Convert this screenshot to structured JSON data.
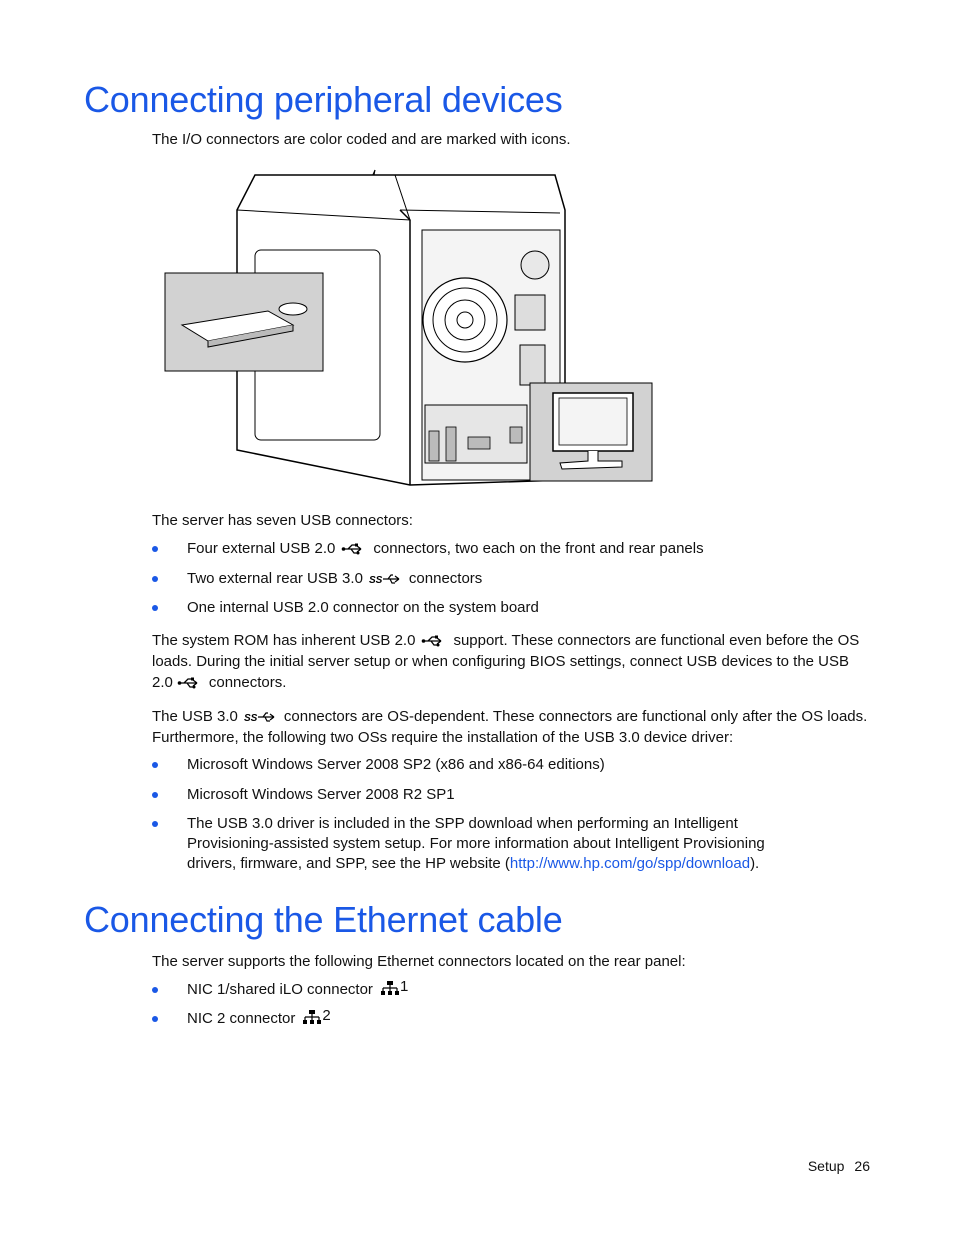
{
  "section1": {
    "title": "Connecting peripheral devices",
    "intro": "The I/O connectors are color coded and are marked with icons.",
    "usb_intro": "The server has seven USB connectors:",
    "usb_list": {
      "item1_pre": "Four external USB 2.0",
      "item1_post": "connectors, two each on the front and rear panels",
      "item2_pre": "Two external rear USB 3.0",
      "item2_post": "connectors",
      "item3": "One internal USB 2.0 connector on the system board"
    },
    "rom_para": {
      "pre": "The system ROM has inherent USB 2.0",
      "mid": "support. These connectors are functional even before the OS loads. During the initial server setup or when configuring BIOS settings, connect USB devices to the USB 2.0",
      "post": "connectors."
    },
    "usb3_para": {
      "pre": "The USB 3.0",
      "post": "connectors are OS-dependent. These connectors are functional only after the OS loads. Furthermore, the following two OSs require the installation of the USB 3.0 device driver:"
    },
    "os_list": {
      "item1": "Microsoft Windows Server 2008 SP2 (x86 and x86-64 editions)",
      "item2": "Microsoft Windows Server 2008 R2 SP1",
      "item3_pre": "The USB 3.0 driver is included in the SPP download when performing an Intelligent Provisioning-assisted system setup. For more information about Intelligent Provisioning drivers, firmware, and SPP, see the HP website (",
      "item3_link": "http://www.hp.com/go/spp/download",
      "item3_post": ")."
    }
  },
  "section2": {
    "title": "Connecting the Ethernet cable",
    "intro": "The server supports the following Ethernet connectors located on the rear panel:",
    "nic1": "NIC 1/shared iLO connector",
    "nic1_num": "1",
    "nic2": "NIC 2 connector",
    "nic2_num": "2"
  },
  "footer": {
    "section": "Setup",
    "page": "26"
  },
  "icons": {
    "usb2": "usb-icon",
    "usb3": "usb-superspeed-icon",
    "nic": "network-icon",
    "usb3_glyph": "SS"
  },
  "colors": {
    "heading": "#1a58e6",
    "bullet": "#1a58e6",
    "link": "#1a58e6"
  }
}
